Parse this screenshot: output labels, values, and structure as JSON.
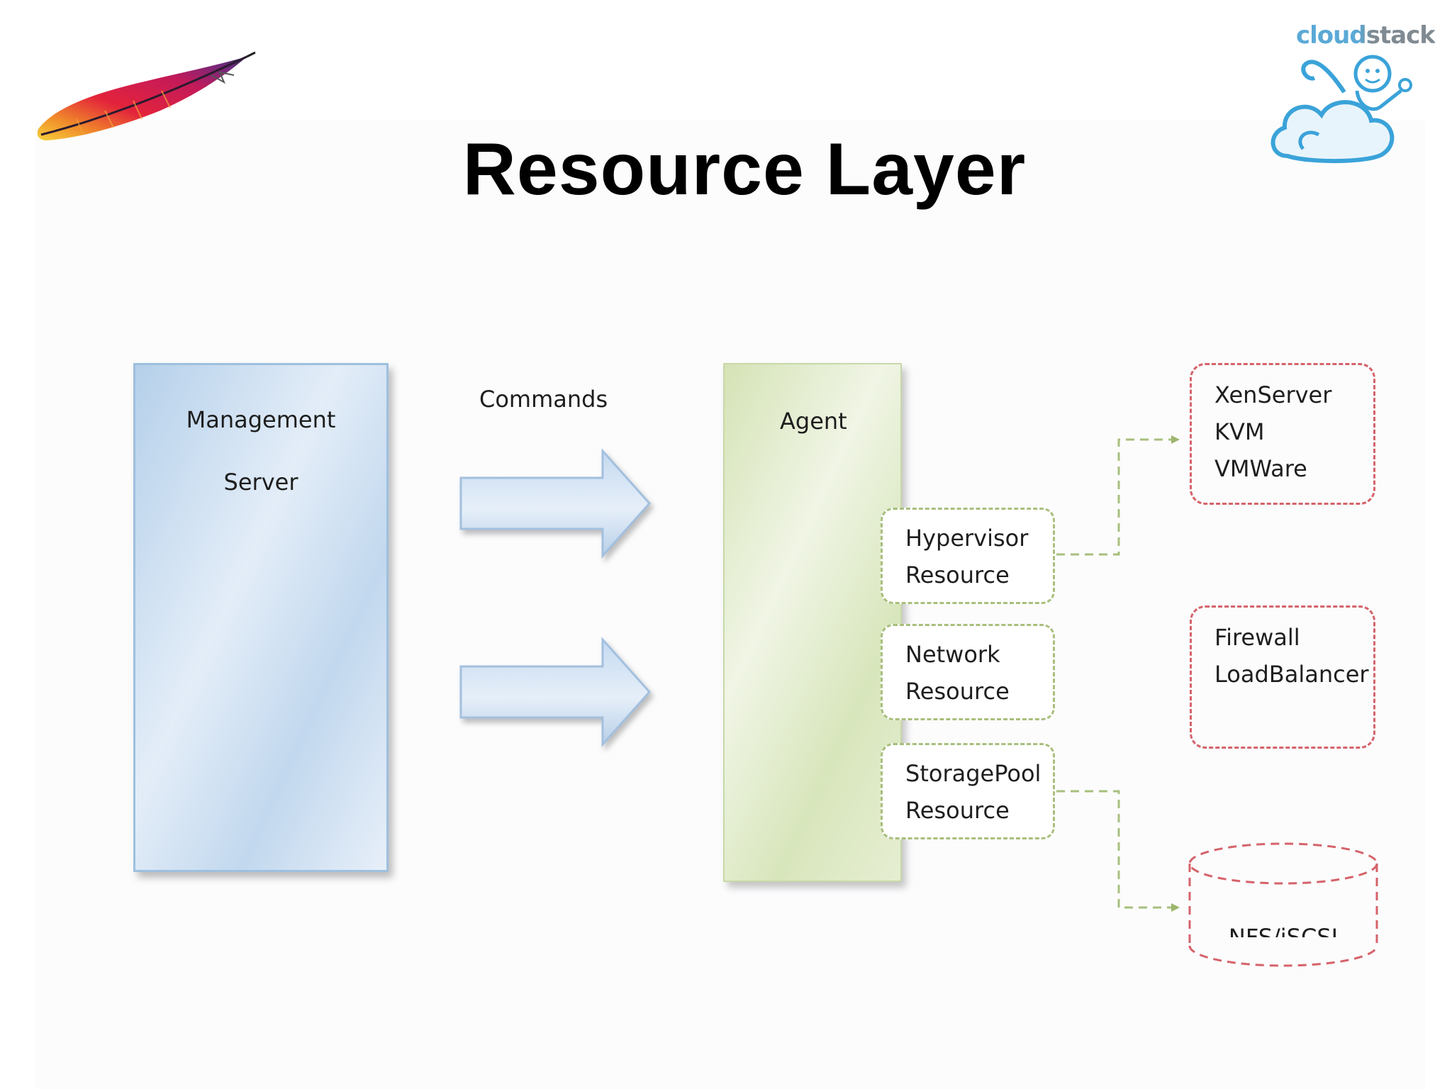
{
  "slide": {
    "title": "Resource Layer",
    "brand_logo_text": "cloudstack"
  },
  "diagram": {
    "management_server": {
      "line1": "Management",
      "line2": "Server"
    },
    "arrow_label": "Commands",
    "agent": "Agent",
    "resources": [
      {
        "line1": "Hypervisor",
        "line2": "Resource"
      },
      {
        "line1": "Network",
        "line2": "Resource"
      },
      {
        "line1": "StoragePool",
        "line2": "Resource"
      }
    ],
    "hypervisors": [
      "XenServer",
      "KVM",
      "VMWare"
    ],
    "network_devices": [
      "Firewall",
      "LoadBalancer"
    ],
    "storage": "NFS/iSCSI"
  },
  "colors": {
    "management_blue": "#b5d0ea",
    "agent_green": "#d5e3b6",
    "resource_border_green": "#a8bf7d",
    "target_border_red": "#d5636a",
    "arrow_blue": "#c9dcf0"
  },
  "icons": [
    "apache-feather-icon",
    "cloudstack-monkey-icon"
  ]
}
